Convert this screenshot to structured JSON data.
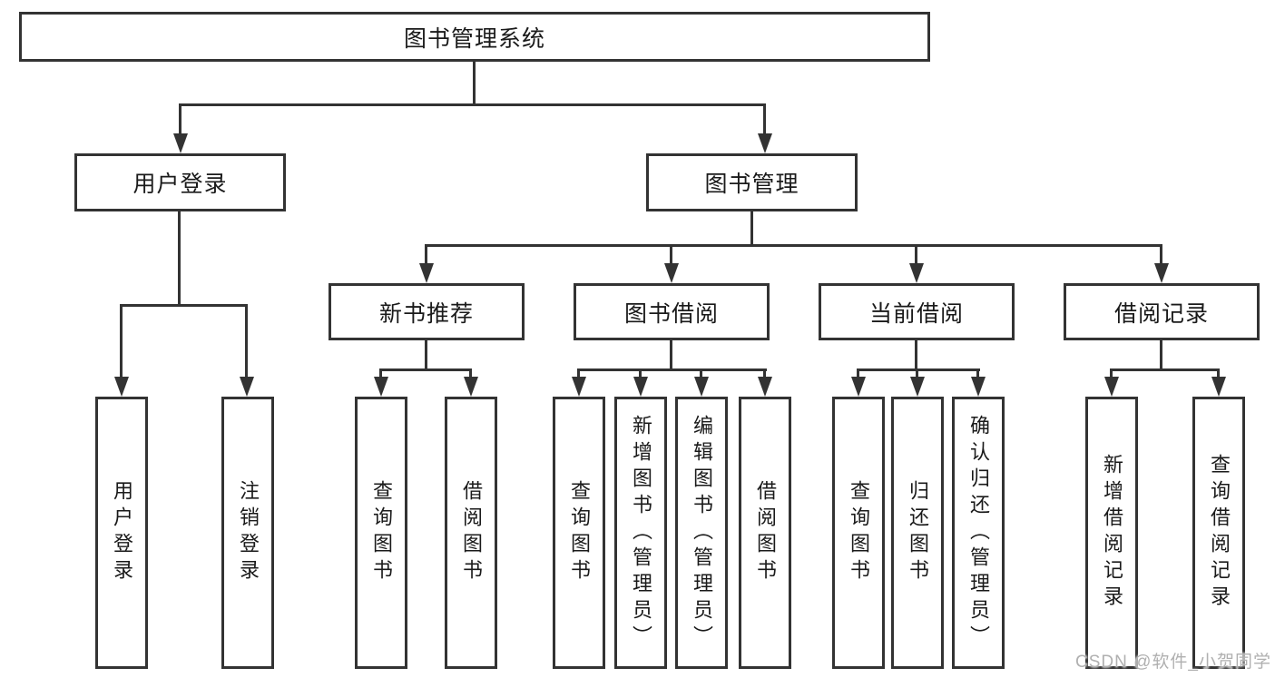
{
  "diagram": {
    "root": {
      "label": "图书管理系统",
      "children": [
        {
          "label": "用户登录",
          "children": [
            {
              "label": "用户登录"
            },
            {
              "label": "注销登录"
            }
          ]
        },
        {
          "label": "图书管理",
          "children": [
            {
              "label": "新书推荐",
              "children": [
                {
                  "label": "查询图书"
                },
                {
                  "label": "借阅图书"
                }
              ]
            },
            {
              "label": "图书借阅",
              "children": [
                {
                  "label": "查询图书"
                },
                {
                  "label": "新增图书（管理员）"
                },
                {
                  "label": "编辑图书（管理员）"
                },
                {
                  "label": "借阅图书"
                }
              ]
            },
            {
              "label": "当前借阅",
              "children": [
                {
                  "label": "查询图书"
                },
                {
                  "label": "归还图书"
                },
                {
                  "label": "确认归还（管理员）"
                }
              ]
            },
            {
              "label": "借阅记录",
              "children": [
                {
                  "label": "新增借阅记录"
                },
                {
                  "label": "查询借阅记录"
                }
              ]
            }
          ]
        }
      ]
    }
  },
  "watermark": {
    "text": "CSDN @软件_小贺同学"
  },
  "colors": {
    "line": "#333333",
    "text": "#1a1a1a",
    "watermark": "#b0b0b0",
    "background": "#ffffff"
  }
}
